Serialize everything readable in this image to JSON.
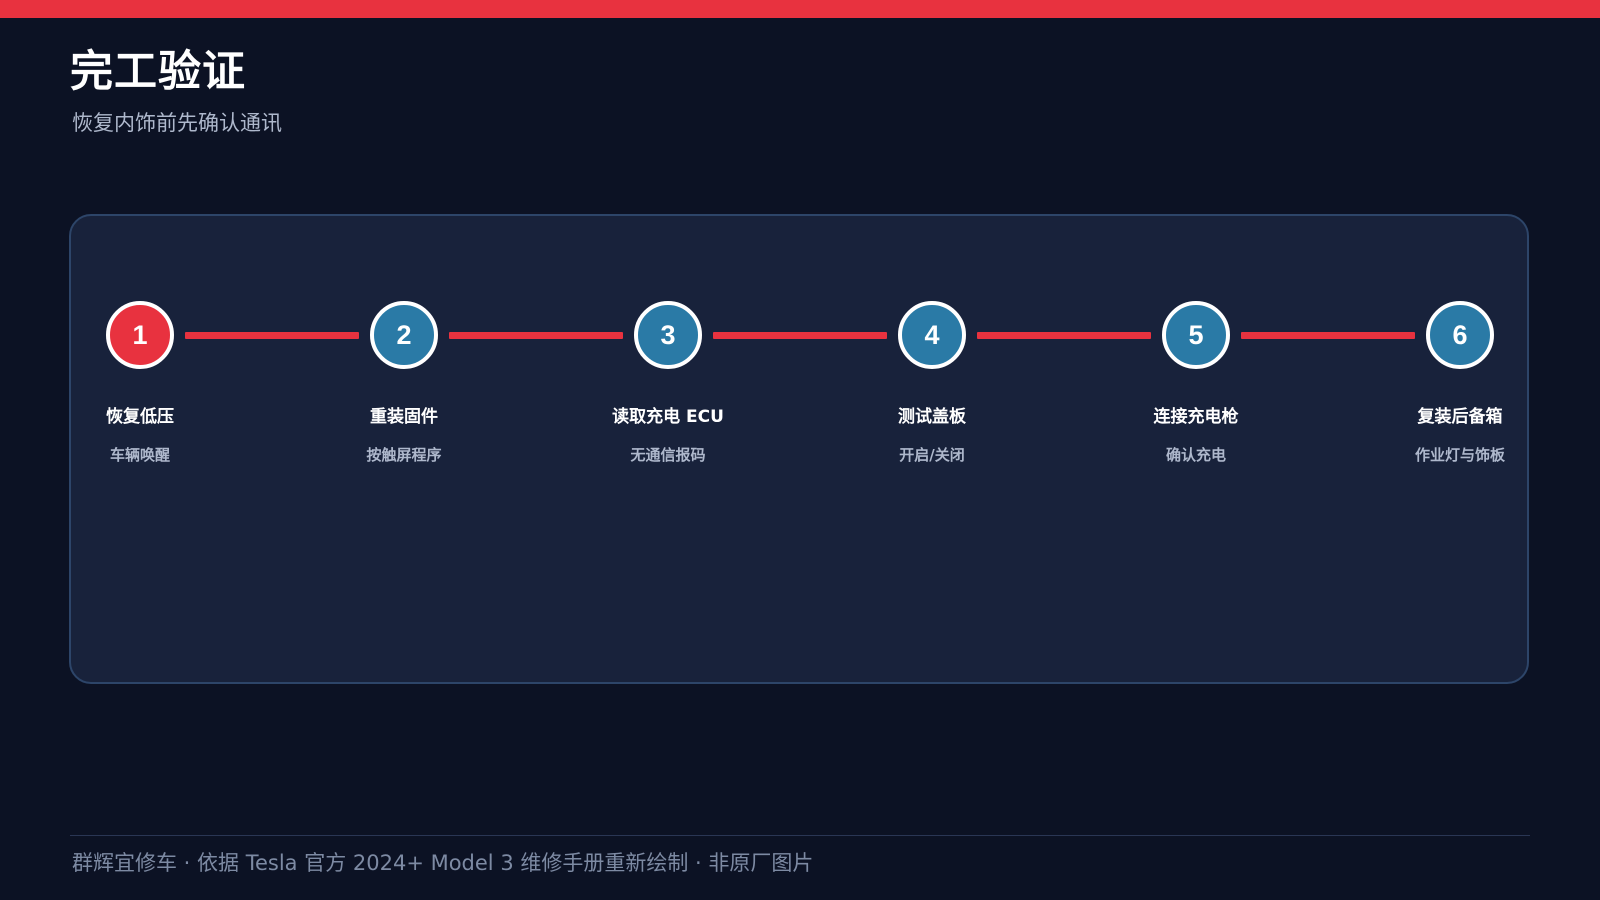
{
  "header": {
    "title": "完工验证",
    "subtitle": "恢复内饰前先确认通讯"
  },
  "steps": [
    {
      "number": "1",
      "title": "恢复低压",
      "desc": "车辆唤醒",
      "active": true
    },
    {
      "number": "2",
      "title": "重装固件",
      "desc": "按触屏程序",
      "active": false
    },
    {
      "number": "3",
      "title": "读取充电 ECU",
      "desc": "无通信报码",
      "active": false
    },
    {
      "number": "4",
      "title": "测试盖板",
      "desc": "开启/关闭",
      "active": false
    },
    {
      "number": "5",
      "title": "连接充电枪",
      "desc": "确认充电",
      "active": false
    },
    {
      "number": "6",
      "title": "复装后备箱",
      "desc": "作业灯与饰板",
      "active": false
    }
  ],
  "footer": {
    "text": "群辉宜修车 · 依据 Tesla 官方 2024+ Model 3 维修手册重新绘制 · 非原厂图片"
  },
  "colors": {
    "accent": "#e8323f",
    "step_circle": "#2a7aa6",
    "background": "#0c1224",
    "panel": "#18223b"
  }
}
